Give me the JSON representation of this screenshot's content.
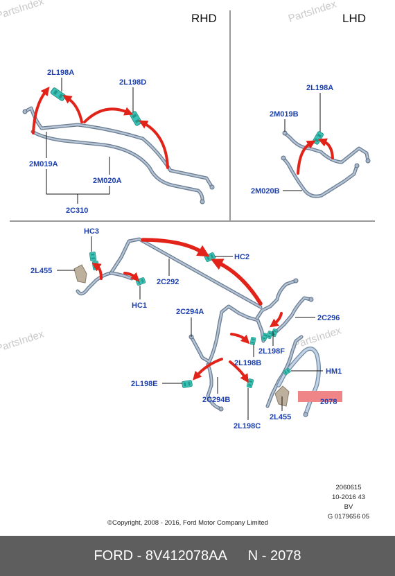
{
  "watermark": "PartsIndex",
  "variants": {
    "rhd": "RHD",
    "lhd": "LHD"
  },
  "callouts": {
    "rhd": [
      "2L198A",
      "2L198D",
      "2M019A",
      "2M020A",
      "2C310"
    ],
    "lhd": [
      "2L198A",
      "2M019B",
      "2M020B"
    ],
    "lower": [
      "HC3",
      "2L455",
      "HC1",
      "2C292",
      "HC2",
      "2C294A",
      "2C296",
      "2L198F",
      "2L198B",
      "HM1",
      "2L198E",
      "2C294B",
      "2L455",
      "2L198C"
    ]
  },
  "highlight": {
    "label": "2078",
    "color": "#f08587"
  },
  "drawing_info": [
    "2060615",
    "10-2016 43",
    "BV",
    "G 0179656 05"
  ],
  "copyright": "©Copyright, 2008 - 2016, Ford Motor Company Limited",
  "footer": {
    "brand_part": "FORD - 8V412078AA",
    "reference": "N - 2078"
  },
  "colors": {
    "callout_text": "#1c3fae",
    "arrow": "#e2231a",
    "connector": "#3bc2b4",
    "tube": "#b6c4d3",
    "bracket": "#bdb19d",
    "footer_background": "#5e5e5e",
    "footer_text": "#ffffff",
    "watermark": "#c9c9c9"
  }
}
